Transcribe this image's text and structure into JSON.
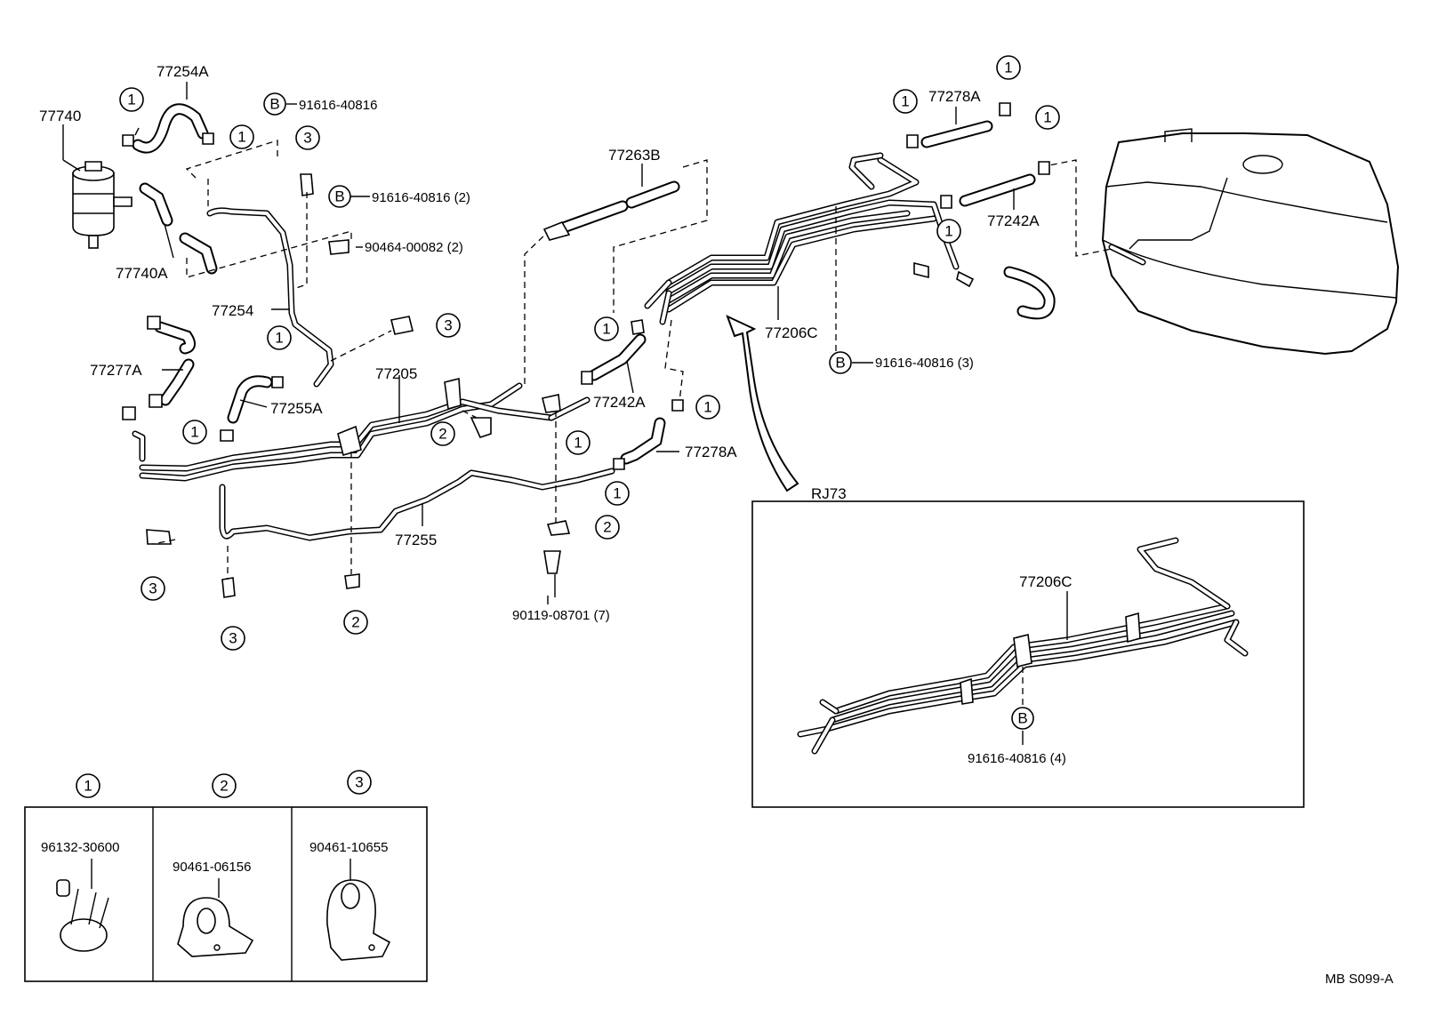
{
  "labels": {
    "p77740": "77740",
    "p77254A": "77254A",
    "p77740A": "77740A",
    "p77254": "77254",
    "p77277A": "77277A",
    "p77255A": "77255A",
    "p77205": "77205",
    "p77255": "77255",
    "p77263B": "77263B",
    "p77242A_mid": "77242A",
    "p77278A_mid": "77278A",
    "p77206C": "77206C",
    "p77278A_top": "77278A",
    "p77242A_top": "77242A",
    "b_91616_a": "91616-40816",
    "b_91616_b": "91616-40816 (2)",
    "p90464": "90464-00082 (2)",
    "b_91616_c": "91616-40816 (3)",
    "p90119": "90119-08701 (7)",
    "rj73": "RJ73",
    "inset_77206C": "77206C",
    "inset_91616": "91616-40816 (4)",
    "footer": "MB  S099-A"
  },
  "markers": {
    "one": "1",
    "two": "2",
    "three": "3",
    "b": "B"
  },
  "legend": [
    {
      "key": "1",
      "part": "96132-30600"
    },
    {
      "key": "2",
      "part": "90461-06156"
    },
    {
      "key": "3",
      "part": "90461-10655"
    }
  ]
}
